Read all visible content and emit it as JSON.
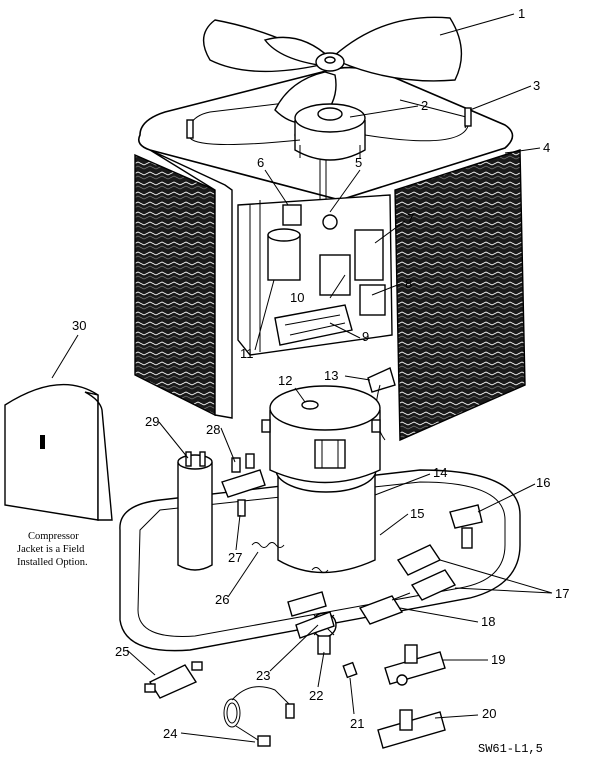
{
  "diagram": {
    "callouts": [
      "1",
      "2",
      "3",
      "4",
      "5",
      "6",
      "7",
      "8",
      "9",
      "10",
      "11",
      "12",
      "13",
      "14",
      "15",
      "16",
      "17",
      "18",
      "19",
      "20",
      "21",
      "22",
      "23",
      "24",
      "25",
      "26",
      "27",
      "28",
      "29",
      "30"
    ],
    "note_lines": [
      "Compressor",
      "Jacket is a Field",
      "Installed Option."
    ],
    "drawing_code": "SW61-L1,5"
  }
}
